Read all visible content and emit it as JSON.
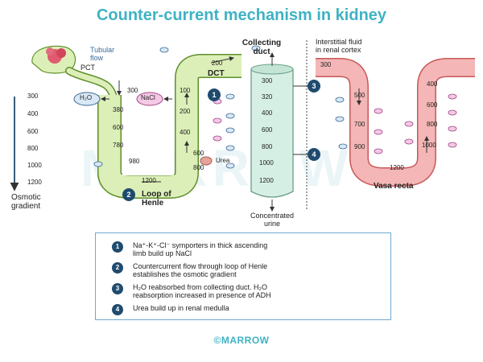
{
  "title": "Counter-current mechanism in kidney",
  "labels": {
    "tubular_flow": "Tubular\nflow",
    "pct": "PCT",
    "dct": "DCT",
    "collecting_duct": "Collecting\nduct",
    "interstitial": "Interstitial fluid\nin renal cortex",
    "h2o": "H₂O",
    "nacl": "NaCl",
    "urea": "Urea",
    "loop_of_henle": "Loop of\nHenle",
    "osmotic_gradient": "Osmotic\ngradient",
    "concentrated_urine": "Concentrated\nurine",
    "vasa_recta": "Vasa recta",
    "watermark": "MARROW"
  },
  "osmotic_scale": [
    "300",
    "400",
    "600",
    "800",
    "1000",
    "1200"
  ],
  "descending_values": [
    "300",
    "380",
    "600",
    "780",
    "980",
    "1200"
  ],
  "ascending_values": [
    "200",
    "100",
    "200",
    "400",
    "600",
    "800"
  ],
  "collecting_values": [
    "300",
    "320",
    "400",
    "600",
    "800",
    "1000",
    "1200"
  ],
  "vasa_left_values": [
    "300",
    "500",
    "700",
    "900",
    "1200"
  ],
  "vasa_right_values": [
    "400",
    "600",
    "800",
    "1000"
  ],
  "badges": [
    "1",
    "2",
    "3",
    "4"
  ],
  "legend": [
    {
      "num": "1",
      "text": "Na⁺-K⁺-Cl⁻ symporters in thick ascending\nlimb build up NaCl"
    },
    {
      "num": "2",
      "text": "Countercurrent flow through loop of Henle\nestablishes the osmotic gradient"
    },
    {
      "num": "3",
      "text": "H₂O reabsorbed from collecting duct. H₂O\nreabsorption increased in presence of ADH"
    },
    {
      "num": "4",
      "text": "Urea build up in renal medulla"
    }
  ],
  "copyright": "©MARROW",
  "colors": {
    "title": "#3fb2c4",
    "loop_fill": "#dcefb8",
    "loop_stroke": "#5f8f2b",
    "duct_fill": "#d6efe4",
    "vasa_fill": "#f4b6b6",
    "vasa_stroke": "#c85858",
    "badge": "#1f4b6e",
    "h2o_oval": "#d9e8f6",
    "nacl_oval": "#f4c9e6"
  }
}
